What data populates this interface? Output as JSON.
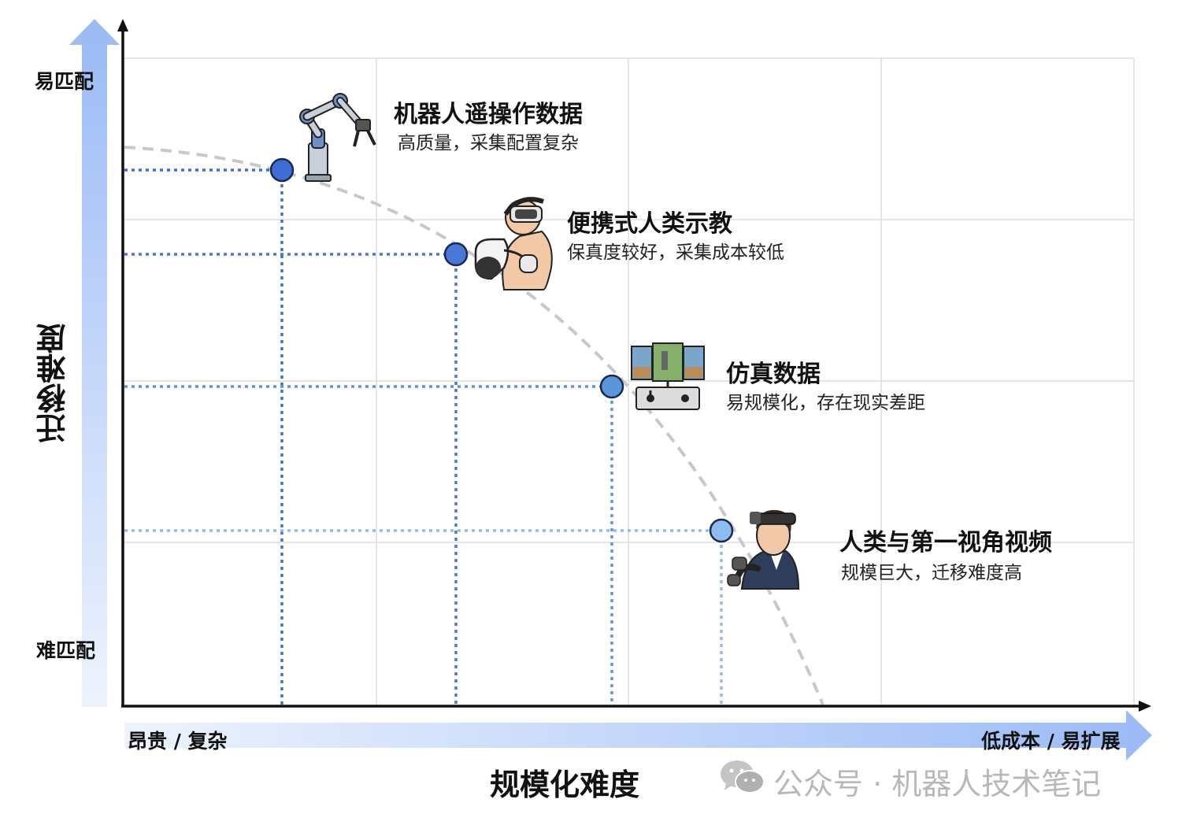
{
  "y_axis": {
    "title": "迁移难度",
    "top_label": "易匹配",
    "bottom_label": "难匹配"
  },
  "x_axis": {
    "title": "规模化难度",
    "left_label": "昂贵 / 复杂",
    "right_label": "低成本 / 易扩展"
  },
  "points": [
    {
      "title": "机器人遥操作数据",
      "subtitle": "高质量，采集配置复杂",
      "color": "#3f6fd6",
      "icon": "robot-arm-icon"
    },
    {
      "title": "便携式人类示教",
      "subtitle": "保真度较好，采集成本较低",
      "color": "#4a78da",
      "icon": "vr-headset-icon"
    },
    {
      "title": "仿真数据",
      "subtitle": "易规模化，存在现实差距",
      "color": "#5b95dc",
      "icon": "simulation-monitor-icon"
    },
    {
      "title": "人类与第一视角视频",
      "subtitle": "规模巨大，迁移难度高",
      "color": "#8fbcef",
      "icon": "egocentric-human-icon"
    }
  ],
  "colors": {
    "axis": "#111111",
    "grid": "#dddddd",
    "curve": "#c8c8c8",
    "arrow_blue": "#9dbcf6"
  },
  "watermark": "公众号 · 机器人技术笔记"
}
